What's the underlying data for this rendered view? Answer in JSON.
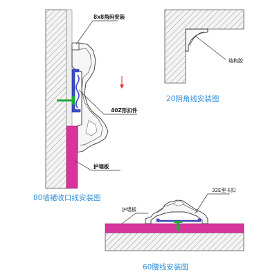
{
  "figure1": {
    "label_corner_code": "8x8角码安装",
    "label_clip": "40Z形扣件",
    "label_panel": "护墙板",
    "caption": "80墙裙收口线安装图"
  },
  "figure2": {
    "label_glue": "结构胶",
    "caption": "20阴角线安装图"
  },
  "figure3": {
    "label_clip": "32E型卡扣",
    "label_panel": "护墙板",
    "caption": "60腰线安装图"
  },
  "colors": {
    "panel": "#d8349c",
    "screw": "#1faa3c",
    "clip": "#3c4fc8",
    "caption": "#2f8fd8",
    "arrow": "#e03030"
  }
}
